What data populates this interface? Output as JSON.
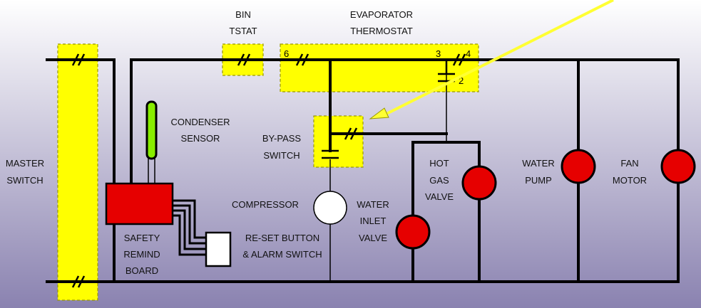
{
  "colors": {
    "background_top": "#ffffff",
    "background_bottom": "#8a82b0",
    "wire": "#000000",
    "highlight": "#ffff00",
    "load": "#e60000",
    "sensor": "#88ee00",
    "compressor": "#ffffff",
    "arrow": "#ffff33"
  },
  "labels": {
    "bin_line1": "BIN",
    "bin_line2": "TSTAT",
    "evap_line1": "EVAPORATOR",
    "evap_line2": "THERMOSTAT",
    "condenser_line1": "CONDENSER",
    "condenser_line2": "SENSOR",
    "bypass_line1": "BY-PASS",
    "bypass_line2": "SWITCH",
    "master_line1": "MASTER",
    "master_line2": "SWITCH",
    "compressor": "COMPRESSOR",
    "water_inlet_line1": "WATER",
    "water_inlet_line2": "INLET",
    "water_inlet_line3": "VALVE",
    "hot_gas_line1": "HOT",
    "hot_gas_line2": "GAS",
    "hot_gas_line3": "VALVE",
    "water_pump_line1": "WATER",
    "water_pump_line2": "PUMP",
    "fan_line1": "FAN",
    "fan_line2": "MOTOR",
    "safety_line1": "SAFETY",
    "safety_line2": "REMIND",
    "safety_line3": "BOARD",
    "reset_line1": "RE-SET BUTTON",
    "reset_line2": "& ALARM SWITCH"
  },
  "terminals": {
    "t6": "6",
    "t3": "3",
    "t4": "4",
    "t2": "2"
  }
}
